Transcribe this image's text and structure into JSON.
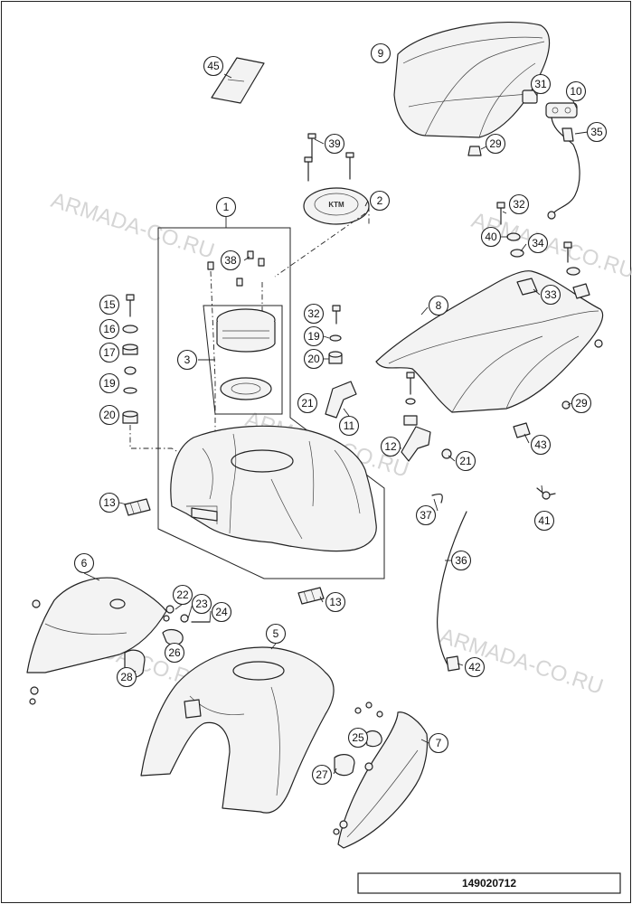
{
  "diagram": {
    "reference_number": "149020712",
    "watermark_text": "ARMADA-CO.RU",
    "callouts": [
      "1",
      "2",
      "3",
      "5",
      "6",
      "7",
      "8",
      "9",
      "10",
      "11",
      "12",
      "13",
      "13",
      "15",
      "16",
      "17",
      "19",
      "19",
      "20",
      "20",
      "21",
      "21",
      "22",
      "23",
      "24",
      "25",
      "26",
      "27",
      "28",
      "29",
      "29",
      "31",
      "32",
      "32",
      "33",
      "34",
      "35",
      "36",
      "37",
      "38",
      "39",
      "40",
      "41",
      "42",
      "43",
      "45"
    ],
    "tank_cap_emblem": "KTM"
  }
}
